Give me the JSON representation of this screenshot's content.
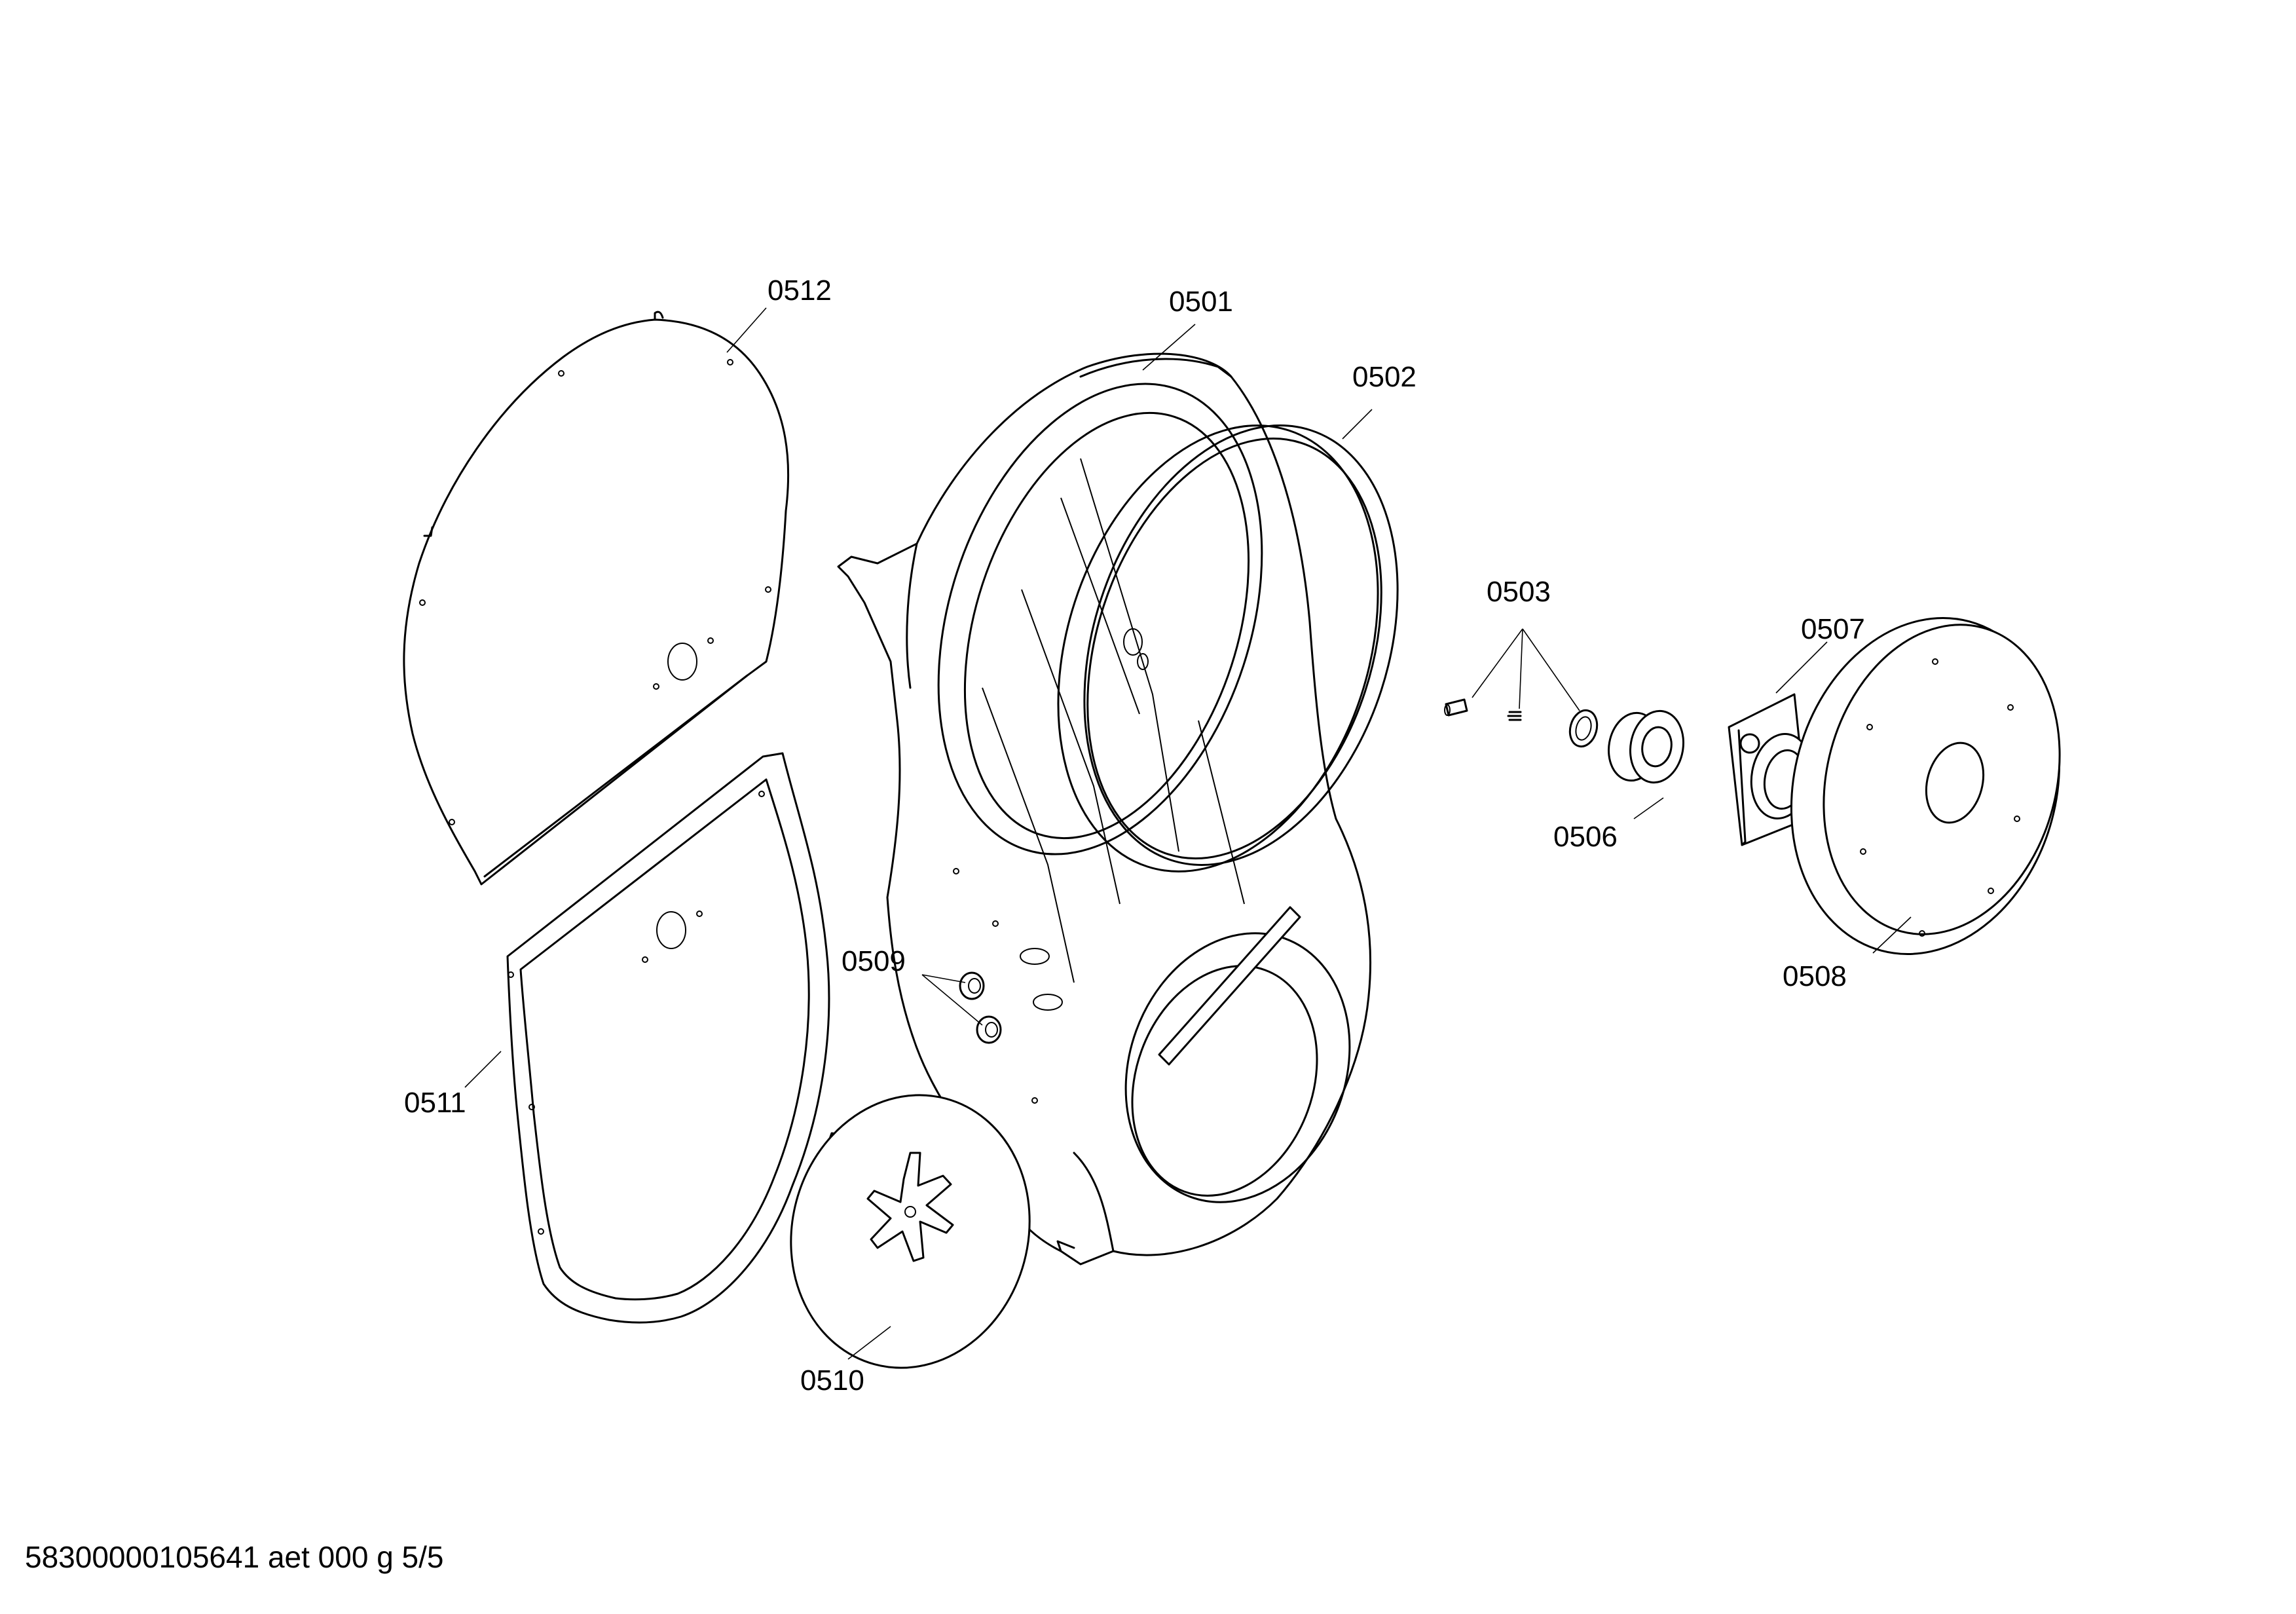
{
  "parts": [
    {
      "id": "0512",
      "label": "0512"
    },
    {
      "id": "0501",
      "label": "0501"
    },
    {
      "id": "0502",
      "label": "0502"
    },
    {
      "id": "0503",
      "label": "0503"
    },
    {
      "id": "0507",
      "label": "0507"
    },
    {
      "id": "0506",
      "label": "0506"
    },
    {
      "id": "0508",
      "label": "0508"
    },
    {
      "id": "0509",
      "label": "0509"
    },
    {
      "id": "0511",
      "label": "0511"
    },
    {
      "id": "0510",
      "label": "0510"
    }
  ],
  "footer": {
    "doc_code": "58300000105641 aet 000 g 5/5"
  }
}
